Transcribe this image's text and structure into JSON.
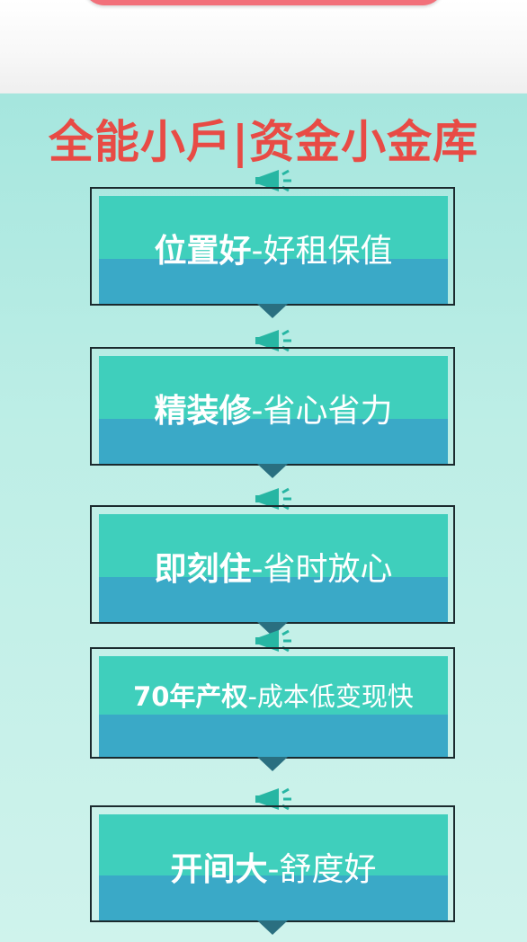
{
  "heading": "全能小戶|资金小金库",
  "steps": [
    {
      "bold": "位置好",
      "normal": "-好租保值"
    },
    {
      "bold": "精装修",
      "normal": "-省心省力"
    },
    {
      "bold": "即刻住",
      "normal": "-省时放心"
    },
    {
      "bold": "70年产权",
      "normal": "-成本低变现快"
    },
    {
      "bold": "开间大",
      "normal": "-舒度好"
    }
  ],
  "colors": {
    "heading": "#e84b45",
    "panel_top": "#3fcfbc",
    "panel_bottom": "#3aa9c7",
    "background": "#aee8e0"
  },
  "icons": [
    "megaphone-icon"
  ]
}
